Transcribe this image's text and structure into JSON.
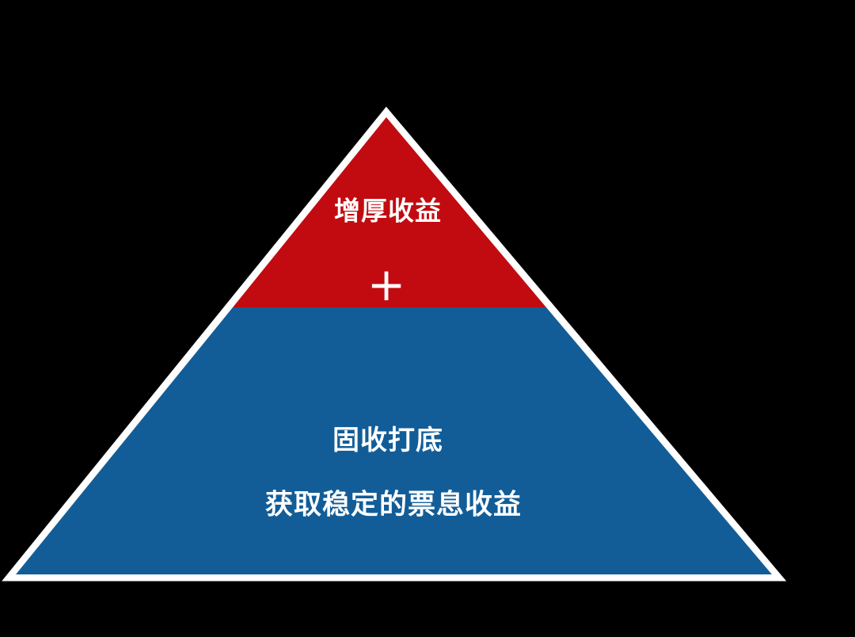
{
  "diagram": {
    "type": "pyramid",
    "top_section": {
      "label": "增厚收益"
    },
    "plus": {
      "symbol": "+"
    },
    "bottom_section": {
      "label_line1": "固收打底",
      "label_line2": "获取稳定的票息收益"
    }
  },
  "colors": {
    "background": "#000000",
    "top_red": "#C20B10",
    "bottom_blue": "#125D97",
    "outline_white": "#FFFFFF",
    "text_white": "#FFFFFF"
  }
}
